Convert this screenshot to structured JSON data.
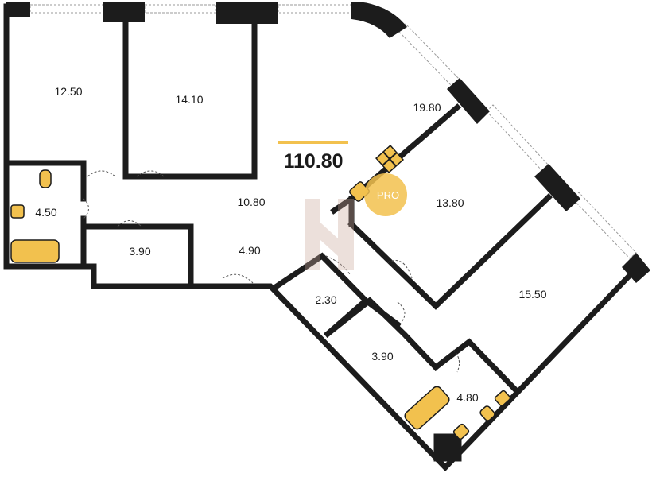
{
  "plan": {
    "total_area": "110.80",
    "watermark_text": "PRO",
    "accent_color": "#f2c14e",
    "rooms": [
      {
        "id": "bedroom-1",
        "area": "12.50"
      },
      {
        "id": "bedroom-2",
        "area": "14.10"
      },
      {
        "id": "living-room",
        "area": "19.80"
      },
      {
        "id": "bedroom-3",
        "area": "13.80"
      },
      {
        "id": "bathroom-1",
        "area": "4.50"
      },
      {
        "id": "hallway",
        "area": "10.80"
      },
      {
        "id": "storage-1",
        "area": "3.90"
      },
      {
        "id": "corridor",
        "area": "4.90"
      },
      {
        "id": "master-bedroom",
        "area": "15.50"
      },
      {
        "id": "wc",
        "area": "2.30"
      },
      {
        "id": "storage-2",
        "area": "3.90"
      },
      {
        "id": "bathroom-2",
        "area": "4.80"
      }
    ]
  }
}
